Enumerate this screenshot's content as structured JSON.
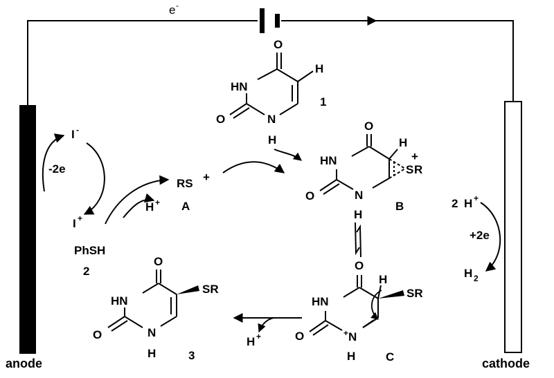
{
  "circuit": {
    "electron_label": "e",
    "electron_sup": "-",
    "anode_label": "anode",
    "cathode_label": "cathode"
  },
  "iodine_cycle": {
    "iodide": "I",
    "iodide_charge": "-",
    "iodonium": "I",
    "iodonium_charge": "+",
    "electrons": "-2e",
    "thiol": "PhSH",
    "thiol_number": "2",
    "proton": "H",
    "proton_charge": "+"
  },
  "intermediate_A": {
    "formula": "RS",
    "charge": "+",
    "label": "A"
  },
  "compound_1": {
    "label": "1",
    "atoms": {
      "o_top": "O",
      "hn": "HN",
      "o_left": "O",
      "nh_n": "N",
      "nh_h": "H",
      "ch_h": "H"
    }
  },
  "intermediate_B": {
    "label": "B",
    "atoms": {
      "o_top": "O",
      "hn": "HN",
      "o_left": "O",
      "n": "N",
      "nh_h": "H",
      "h": "H",
      "s": "S",
      "r": "R",
      "plus": "+"
    }
  },
  "intermediate_C": {
    "label": "C",
    "atoms": {
      "o_top": "O",
      "hn": "HN",
      "o_left": "O",
      "plus": "+",
      "n": "N",
      "nh_h": "H",
      "h": "H",
      "sr": "SR"
    }
  },
  "product_3": {
    "label": "3",
    "atoms": {
      "o_top": "O",
      "hn": "HN",
      "o_left": "O",
      "n": "N",
      "nh_h": "H",
      "sr": "SR"
    },
    "proton": "H",
    "proton_charge": "+"
  },
  "cathode_reaction": {
    "coeff": "2",
    "proton": "H",
    "proton_charge": "+",
    "electrons": "+2e",
    "hydrogen": "H",
    "hydrogen_sub": "2"
  }
}
